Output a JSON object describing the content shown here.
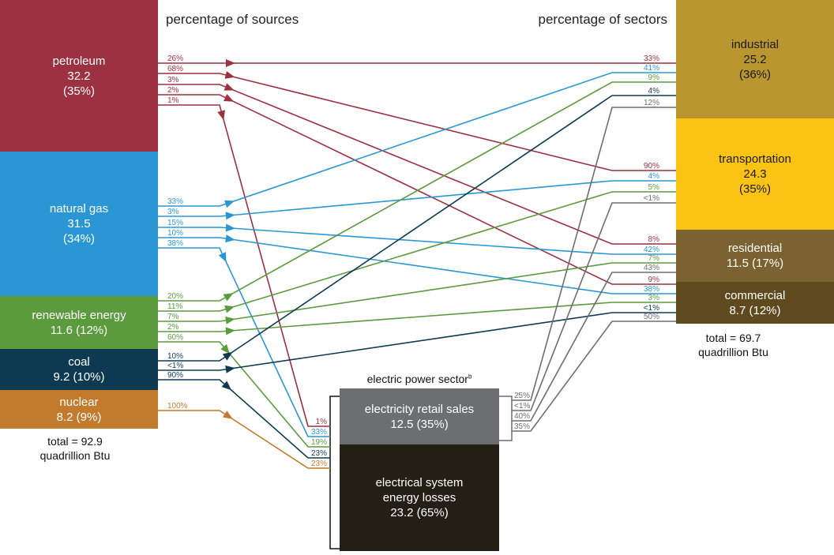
{
  "titles": {
    "sources": "percentage of sources",
    "sectors": "percentage of sectors",
    "electric": "electric power sector",
    "electric_sup": "b"
  },
  "sources": [
    {
      "id": "petroleum",
      "name": "petroleum",
      "value": "32.2",
      "pct": "(35%)",
      "color": "#9b3141"
    },
    {
      "id": "natural-gas",
      "name": "natural gas",
      "value": "31.5",
      "pct": "(34%)",
      "color": "#2a97d4"
    },
    {
      "id": "renewable",
      "name": "renewable energy",
      "value": "11.6 (12%)",
      "color": "#5b9b3e"
    },
    {
      "id": "coal",
      "name": "coal",
      "value": "9.2 (10%)",
      "color": "#0e3a51"
    },
    {
      "id": "nuclear",
      "name": "nuclear",
      "value": "8.2 (9%)",
      "color": "#c27a2c"
    }
  ],
  "sources_total": {
    "line1": "total = 92.9",
    "line2": "quadrillion Btu"
  },
  "sectors": [
    {
      "id": "industrial",
      "name": "industrial",
      "value": "25.2",
      "pct": "(36%)",
      "color": "#b9962f",
      "text_color": "#1a1a1a"
    },
    {
      "id": "transportation",
      "name": "transportation",
      "value": "24.3",
      "pct": "(35%)",
      "color": "#fbc314",
      "text_color": "#1a1a1a"
    },
    {
      "id": "residential",
      "name": "residential",
      "value": "11.5 (17%)",
      "color": "#7b6230",
      "text_color": "#ffffff"
    },
    {
      "id": "commercial",
      "name": "commercial",
      "value": "8.7 (12%)",
      "color": "#5f4a1f",
      "text_color": "#ffffff"
    }
  ],
  "sectors_total": {
    "line1": "total = 69.7",
    "line2": "quadrillion Btu"
  },
  "electric": {
    "retail": {
      "name": "electricity retail sales",
      "value": "12.5 (35%)",
      "color": "#6d6e70"
    },
    "losses": {
      "name1": "electrical system",
      "name2": "energy losses",
      "value": "23.2 (65%)",
      "color": "#231f14"
    },
    "line_color": "#6d6e70"
  },
  "flows": [
    {
      "from": "petroleum",
      "to": "industrial",
      "source_pct": "26%",
      "target_pct": "33%"
    },
    {
      "from": "petroleum",
      "to": "transportation",
      "source_pct": "68%",
      "target_pct": "90%"
    },
    {
      "from": "petroleum",
      "to": "residential",
      "source_pct": "3%",
      "target_pct": "8%"
    },
    {
      "from": "petroleum",
      "to": "commercial",
      "source_pct": "2%",
      "target_pct": "9%"
    },
    {
      "from": "petroleum",
      "to": "electric power sector",
      "source_pct": "1%",
      "target_pct": "1%"
    },
    {
      "from": "natural-gas",
      "to": "industrial",
      "source_pct": "33%",
      "target_pct": "41%"
    },
    {
      "from": "natural-gas",
      "to": "transportation",
      "source_pct": "3%",
      "target_pct": "4%"
    },
    {
      "from": "natural-gas",
      "to": "residential",
      "source_pct": "15%",
      "target_pct": "42%"
    },
    {
      "from": "natural-gas",
      "to": "commercial",
      "source_pct": "10%",
      "target_pct": "38%"
    },
    {
      "from": "natural-gas",
      "to": "electric power sector",
      "source_pct": "38%",
      "target_pct": "33%"
    },
    {
      "from": "renewable",
      "to": "industrial",
      "source_pct": "20%",
      "target_pct": "9%"
    },
    {
      "from": "renewable",
      "to": "transportation",
      "source_pct": "11%",
      "target_pct": "5%"
    },
    {
      "from": "renewable",
      "to": "residential",
      "source_pct": "7%",
      "target_pct": "7%"
    },
    {
      "from": "renewable",
      "to": "commercial",
      "source_pct": "2%",
      "target_pct": "3%"
    },
    {
      "from": "renewable",
      "to": "electric power sector",
      "source_pct": "60%",
      "target_pct": "19%"
    },
    {
      "from": "coal",
      "to": "industrial",
      "source_pct": "10%",
      "target_pct": "4%"
    },
    {
      "from": "coal",
      "to": "commercial",
      "source_pct": "<1%",
      "target_pct": "<1%"
    },
    {
      "from": "coal",
      "to": "electric power sector",
      "source_pct": "90%",
      "target_pct": "23%"
    },
    {
      "from": "nuclear",
      "to": "electric power sector",
      "source_pct": "100%",
      "target_pct": "23%"
    },
    {
      "from": "electricity retail sales",
      "to": "industrial",
      "source_pct": "25%",
      "target_pct": "12%"
    },
    {
      "from": "electricity retail sales",
      "to": "transportation",
      "source_pct": "<1%",
      "target_pct": "<1%"
    },
    {
      "from": "electricity retail sales",
      "to": "residential",
      "source_pct": "40%",
      "target_pct": "43%"
    },
    {
      "from": "electricity retail sales",
      "to": "commercial",
      "source_pct": "35%",
      "target_pct": "50%"
    }
  ]
}
